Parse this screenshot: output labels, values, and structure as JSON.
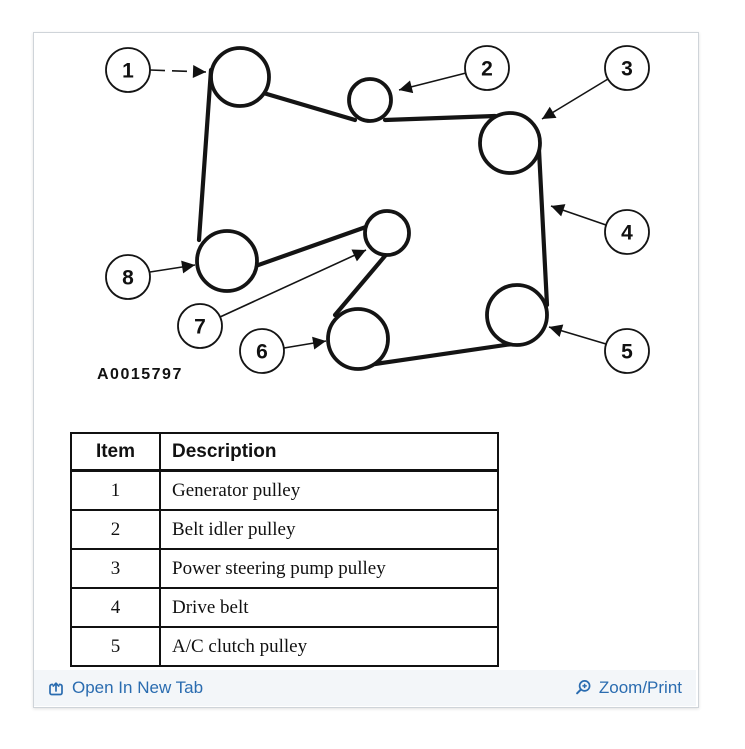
{
  "diagram": {
    "figure_label": "A0015797",
    "callouts": [
      {
        "label": "1",
        "target": "generator-pulley"
      },
      {
        "label": "2",
        "target": "belt-idler-pulley"
      },
      {
        "label": "3",
        "target": "power-steering-pump-pulley"
      },
      {
        "label": "4",
        "target": "drive-belt"
      },
      {
        "label": "5",
        "target": "ac-clutch-pulley"
      },
      {
        "label": "6",
        "target": "crankshaft-pulley"
      },
      {
        "label": "7",
        "target": "tensioner-pulley"
      },
      {
        "label": "8",
        "target": "idler-pulley"
      }
    ]
  },
  "table": {
    "headers": [
      "Item",
      "Description"
    ],
    "rows": [
      {
        "item": "1",
        "description": "Generator pulley"
      },
      {
        "item": "2",
        "description": "Belt idler pulley"
      },
      {
        "item": "3",
        "description": "Power steering pump pulley"
      },
      {
        "item": "4",
        "description": "Drive belt"
      },
      {
        "item": "5",
        "description": "A/C clutch pulley"
      }
    ]
  },
  "footer": {
    "open_in_new_tab_label": "Open In New Tab",
    "zoom_print_label": "Zoom/Print"
  },
  "colors": {
    "link_blue": "#2a6cb0",
    "ink": "#111111",
    "footer_bg": "#f3f6f9",
    "panel_border": "#cfd4d9"
  }
}
